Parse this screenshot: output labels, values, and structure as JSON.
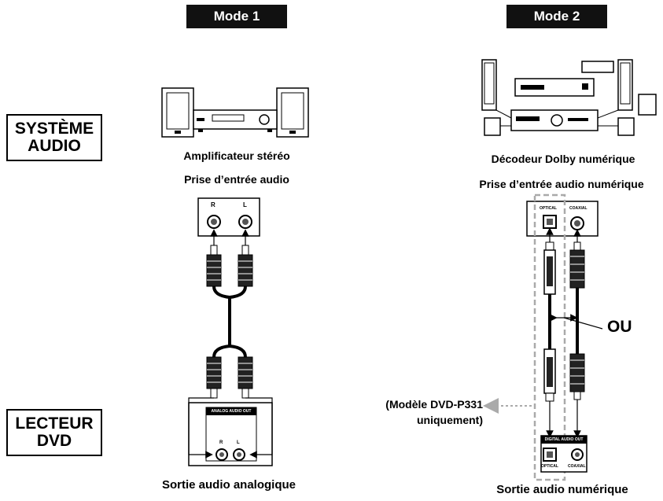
{
  "modes": {
    "mode1": "Mode 1",
    "mode2": "Mode 2"
  },
  "side_labels": {
    "audio_system": [
      "SYSTÈME",
      "AUDIO"
    ],
    "dvd_player": [
      "LECTEUR",
      "DVD"
    ]
  },
  "mode1": {
    "device_label": "Amplificateur stéréo",
    "input_label": "Prise d’entrée audio",
    "jack_r": "R",
    "jack_l": "L",
    "out_panel_title": "ANALOG AUDIO OUT",
    "output_label": "Sortie audio analogique"
  },
  "mode2": {
    "device_label": "Décodeur Dolby numérique",
    "input_label": "Prise d’entrée audio numérique",
    "optical": "OPTICAL",
    "coaxial": "COAXIAL",
    "or_label": "OU",
    "out_panel_title": "DIGITAL AUDIO OUT",
    "model_note": [
      "(Modèle DVD-P331",
      "uniquement)"
    ],
    "output_label": "Sortie audio numérique"
  }
}
